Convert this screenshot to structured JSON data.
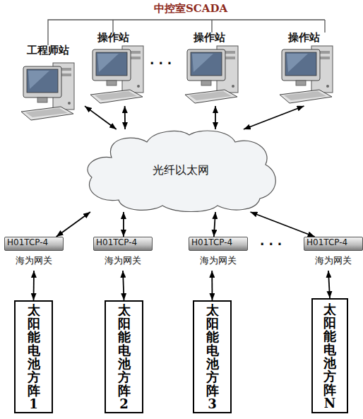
{
  "diagram": {
    "title": "中控室SCADA",
    "nodes": [
      {
        "text": [
          "工程师站"
        ]
      },
      {
        "text": [
          "操作站"
        ]
      },
      {
        "text": [
          "操作站"
        ]
      },
      {
        "text": [
          "操作站"
        ]
      },
      {
        "text": [
          "光纤以太网"
        ]
      },
      {
        "text": [
          "H01TCP-4",
          "海为网关"
        ]
      },
      {
        "text": [
          "H01TCP-4",
          "海为网关"
        ]
      },
      {
        "text": [
          "H01TCP-4",
          "海为网关"
        ]
      },
      {
        "text": [
          "H01TCP-4",
          "海为网关"
        ]
      },
      {
        "text": [
          "太阳能电池方阵1"
        ]
      },
      {
        "text": [
          "太阳能电池方阵2"
        ]
      },
      {
        "text": [
          "太阳能电池方阵3"
        ]
      },
      {
        "text": [
          "太阳能电池方阵N"
        ]
      }
    ],
    "edges": [
      {
        "from": 0,
        "to": 4,
        "arrow": "both"
      },
      {
        "from": 1,
        "to": 4,
        "arrow": "both"
      },
      {
        "from": 2,
        "to": 4,
        "arrow": "both"
      },
      {
        "from": 3,
        "to": 4,
        "arrow": "both"
      },
      {
        "from": 4,
        "to": 5,
        "arrow": "both"
      },
      {
        "from": 4,
        "to": 6,
        "arrow": "both"
      },
      {
        "from": 4,
        "to": 7,
        "arrow": "both"
      },
      {
        "from": 4,
        "to": 8,
        "arrow": "both"
      },
      {
        "from": 5,
        "to": 9,
        "arrow": "both"
      },
      {
        "from": 6,
        "to": 10,
        "arrow": "both"
      },
      {
        "from": 7,
        "to": 11,
        "arrow": "both"
      },
      {
        "from": 8,
        "to": 12,
        "arrow": "both"
      }
    ],
    "labels": [
      "· · ·",
      "· · ·"
    ]
  }
}
